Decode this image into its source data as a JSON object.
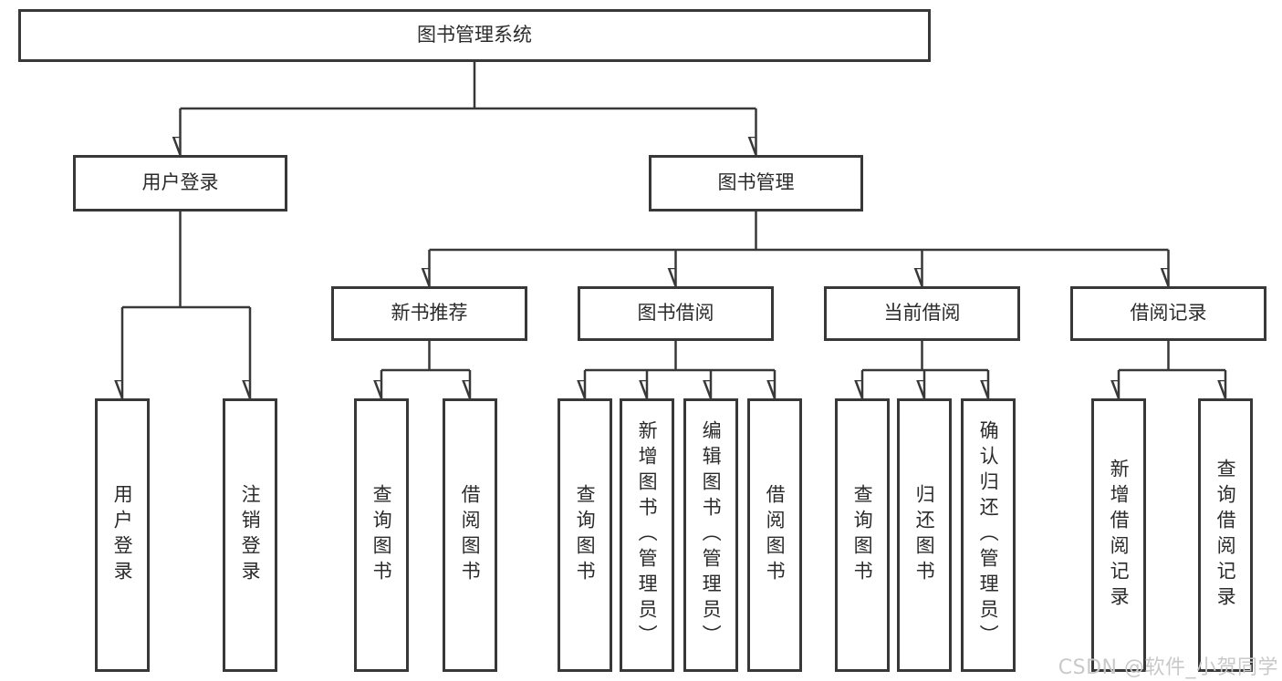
{
  "diagram": {
    "type": "hierarchy-diagram",
    "colors": {
      "line": "#383838",
      "box_background": "#ffffff",
      "text": "#2b2b2b",
      "watermark": "#c9c9c9"
    },
    "nodes": {
      "root": {
        "id": "library-management-system",
        "label": "图书管理系统"
      },
      "level2": [
        {
          "id": "user-login",
          "label": "用户登录",
          "parent": "library-management-system"
        },
        {
          "id": "book-management",
          "label": "图书管理",
          "parent": "library-management-system"
        }
      ],
      "level3": [
        {
          "id": "new-book-recommend",
          "label": "新书推荐",
          "parent": "book-management"
        },
        {
          "id": "book-borrow",
          "label": "图书借阅",
          "parent": "book-management"
        },
        {
          "id": "current-borrow",
          "label": "当前借阅",
          "parent": "book-management"
        },
        {
          "id": "borrow-records",
          "label": "借阅记录",
          "parent": "book-management"
        }
      ],
      "leaves": [
        {
          "id": "leaf-user-login",
          "label": "用户登录",
          "parent": "user-login"
        },
        {
          "id": "leaf-logout",
          "label": "注销登录",
          "parent": "user-login"
        },
        {
          "id": "leaf-query-books-recommend",
          "label": "查询图书",
          "parent": "new-book-recommend"
        },
        {
          "id": "leaf-borrow-books-recommend",
          "label": "借阅图书",
          "parent": "new-book-recommend"
        },
        {
          "id": "leaf-query-books-borrow",
          "label": "查询图书",
          "parent": "book-borrow"
        },
        {
          "id": "leaf-add-books-admin",
          "label": "新增图书（管理员）",
          "parent": "book-borrow"
        },
        {
          "id": "leaf-edit-books-admin",
          "label": "编辑图书（管理员）",
          "parent": "book-borrow"
        },
        {
          "id": "leaf-borrow-books",
          "label": "借阅图书",
          "parent": "book-borrow"
        },
        {
          "id": "leaf-query-books-current",
          "label": "查询图书",
          "parent": "current-borrow"
        },
        {
          "id": "leaf-return-books",
          "label": "归还图书",
          "parent": "current-borrow"
        },
        {
          "id": "leaf-confirm-return-admin",
          "label": "确认归还（管理员）",
          "parent": "current-borrow"
        },
        {
          "id": "leaf-add-borrow-record",
          "label": "新增借阅记录",
          "parent": "borrow-records"
        },
        {
          "id": "leaf-query-borrow-record",
          "label": "查询借阅记录",
          "parent": "borrow-records"
        }
      ]
    },
    "watermark": {
      "text": "CSDN @软件_小贺同学"
    }
  }
}
